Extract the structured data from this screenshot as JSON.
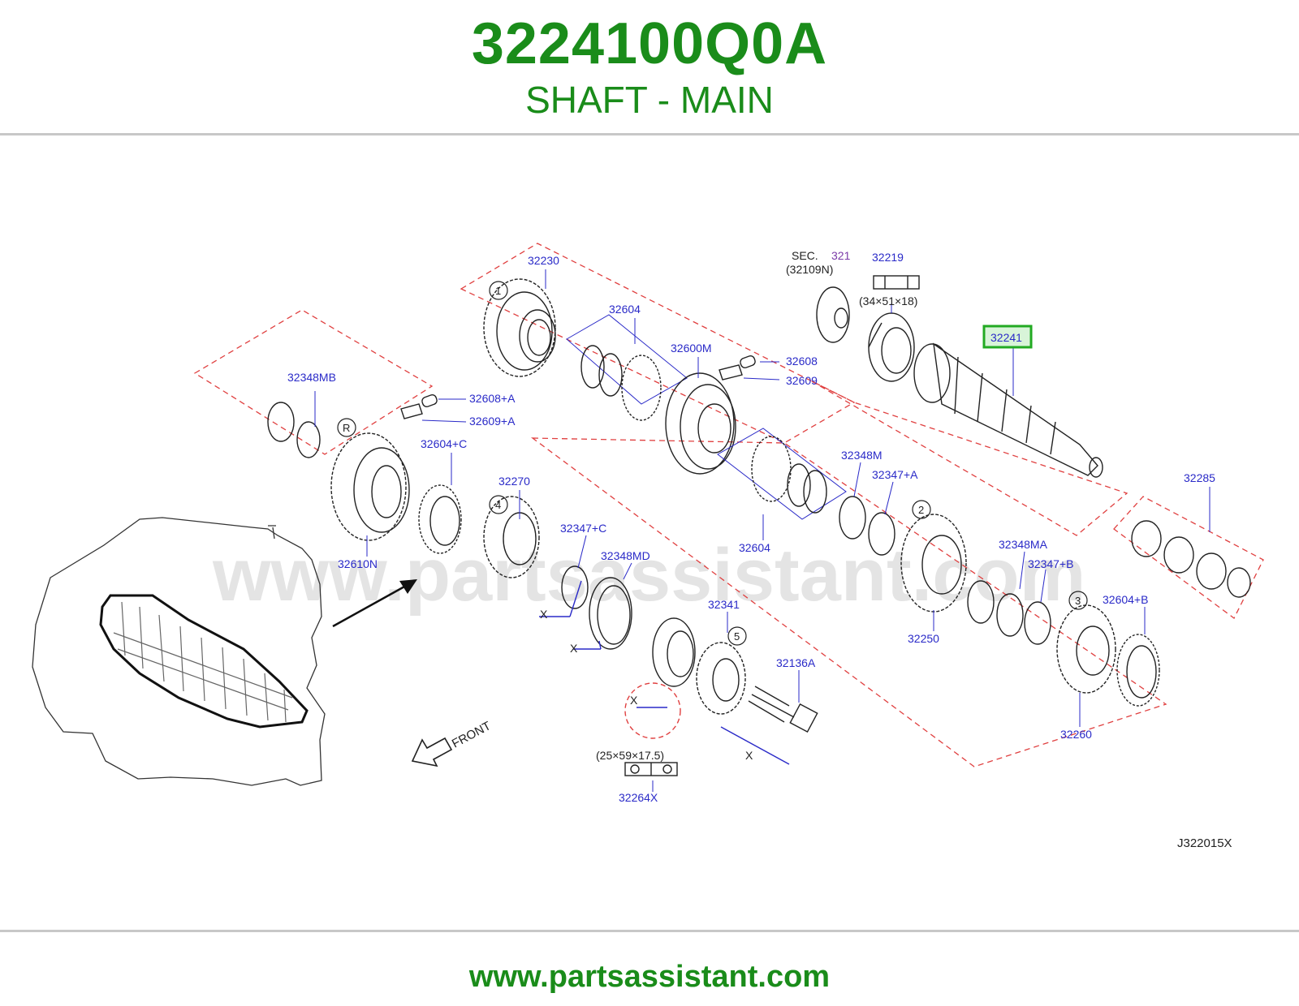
{
  "header": {
    "part_number": "3224100Q0A",
    "part_name": "SHAFT - MAIN"
  },
  "footer": {
    "url": "www.partsassistant.com"
  },
  "watermark": "www.partsassistant.com",
  "colors": {
    "brand_green": "#1a8c1a",
    "label_blue": "#2a2ac8",
    "highlight_green": "#22aa22",
    "dashed_red": "#e04040"
  },
  "diagram": {
    "code": "J322015X",
    "front_label": "FRONT",
    "highlighted_part": "32241",
    "sec": {
      "label": "SEC.",
      "number": "321",
      "sub": "(32109N)"
    },
    "bearing_sizes": [
      "(34×51×18)",
      "(25×59×17.5)"
    ],
    "dim_marks": [
      "X",
      "X",
      "X",
      "X"
    ],
    "callouts": [
      "1",
      "R",
      "4",
      "5",
      "2",
      "3"
    ],
    "parts": [
      "32230",
      "32604",
      "32600M",
      "32608",
      "32609",
      "32219",
      "32241",
      "32348MB",
      "32608+A",
      "32609+A",
      "32604+C",
      "32610N",
      "32270",
      "32347+C",
      "32348MD",
      "32341",
      "32136A",
      "32264X",
      "32604",
      "32348M",
      "32347+A",
      "32285",
      "32250",
      "32348MA",
      "32347+B",
      "32604+B",
      "32260"
    ]
  }
}
